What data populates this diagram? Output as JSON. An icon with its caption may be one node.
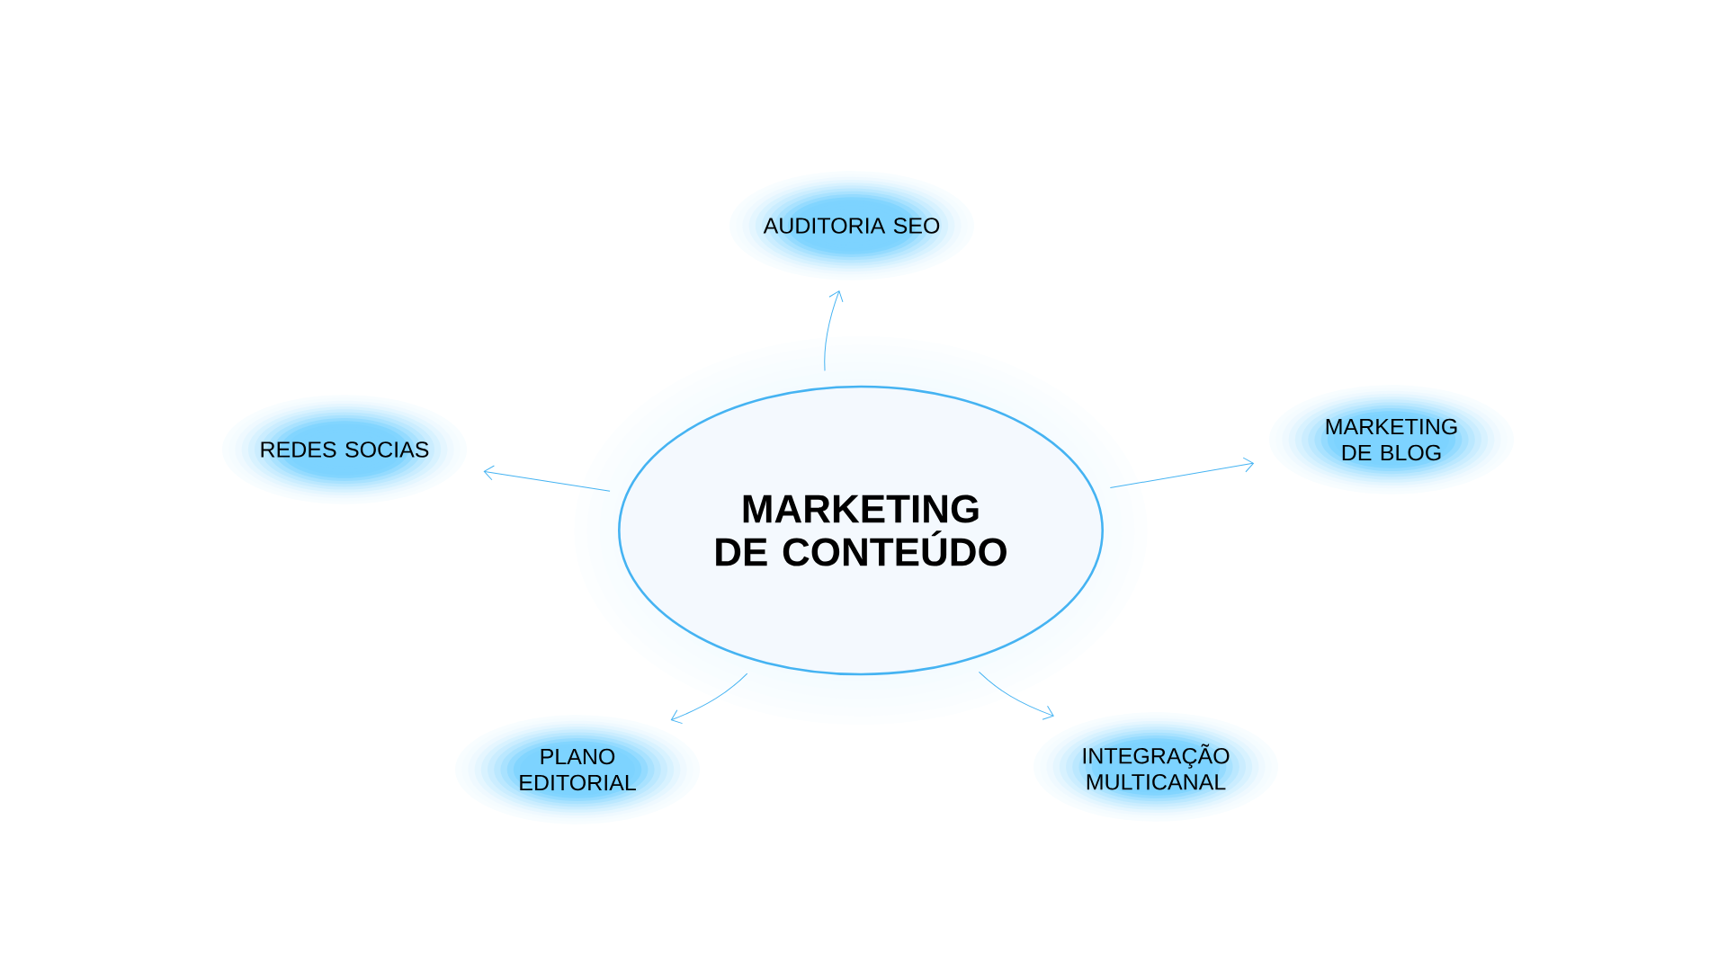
{
  "diagram": {
    "nodes": [
      {
        "text": [
          "MARKETING DE CONTEÚDO"
        ]
      },
      {
        "text": [
          "AUDITORIA SEO"
        ]
      },
      {
        "text": [
          "REDES SOCIAS"
        ]
      },
      {
        "text": [
          "MARKETING DE BLOG"
        ]
      },
      {
        "text": [
          "PLANO EDITORIAL"
        ]
      },
      {
        "text": [
          "INTEGRAÇÃO MULTICANAL"
        ]
      }
    ],
    "edges": [
      {
        "from": 0,
        "to": 1,
        "arrow": "to"
      },
      {
        "from": 0,
        "to": 2,
        "arrow": "to"
      },
      {
        "from": 0,
        "to": 3,
        "arrow": "to"
      },
      {
        "from": 0,
        "to": 4,
        "arrow": "to"
      },
      {
        "from": 0,
        "to": 5,
        "arrow": "to"
      }
    ]
  }
}
